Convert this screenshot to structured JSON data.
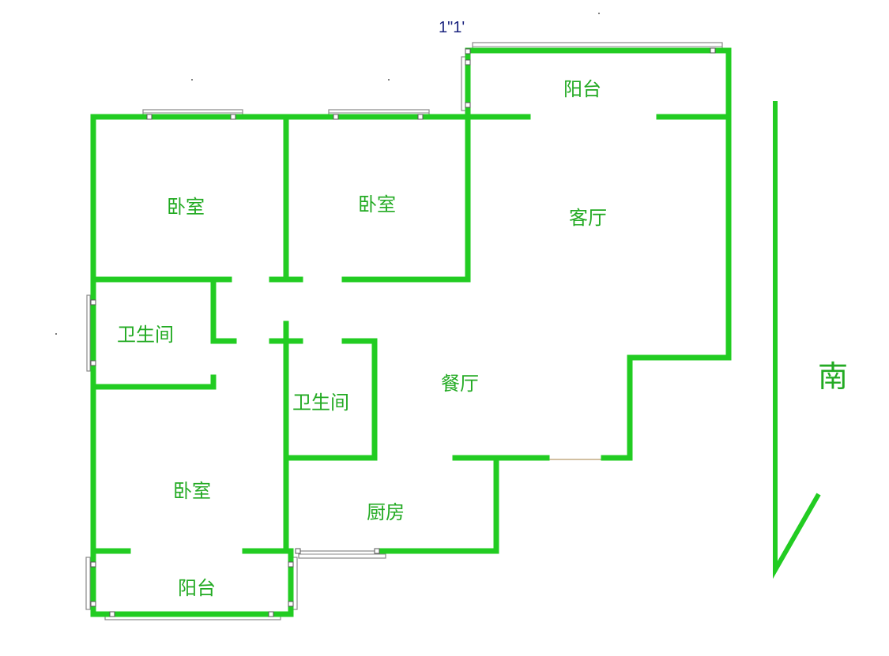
{
  "title": "1\"1'",
  "rooms": {
    "bedroom_top_left": "卧室",
    "bedroom_top_middle": "卧室",
    "living_room": "客厅",
    "balcony_top": "阳台",
    "bathroom_left": "卫生间",
    "bathroom_middle": "卫生间",
    "dining_room": "餐厅",
    "bedroom_bottom": "卧室",
    "kitchen": "厨房",
    "balcony_bottom": "阳台"
  },
  "compass": {
    "label": "南",
    "icon": "south-arrow-icon"
  },
  "colors": {
    "wall": "#22cc22",
    "label": "#22aa22",
    "title": "#1a237e"
  }
}
